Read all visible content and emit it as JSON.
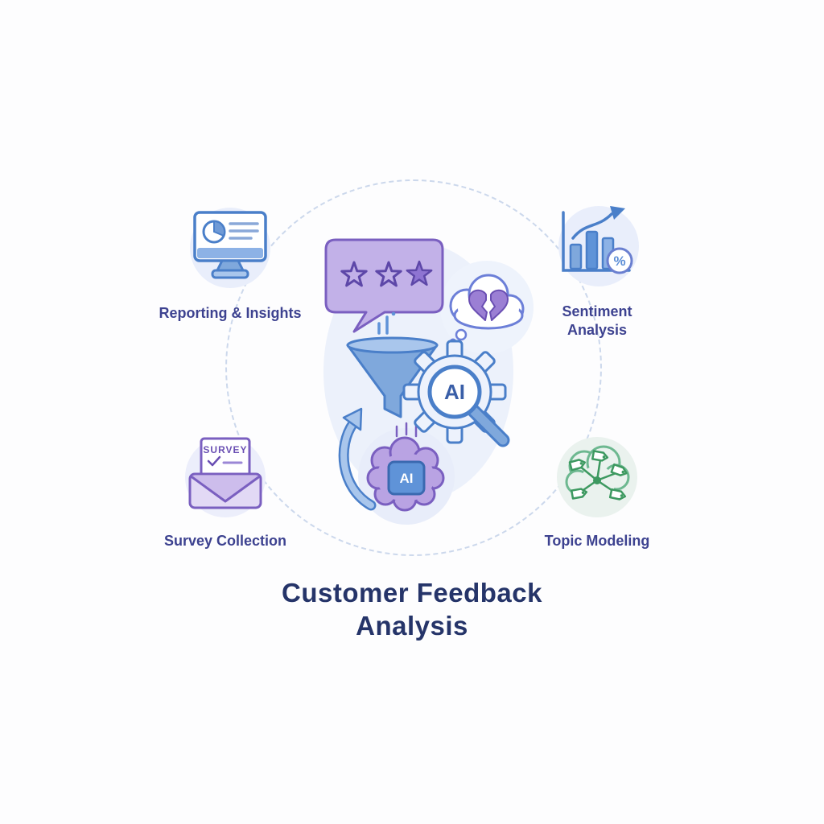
{
  "title": {
    "line1": "Customer Feedback",
    "line2": "Analysis"
  },
  "nodes": [
    {
      "label": "Reporting & Insights"
    },
    {
      "label": "Sentiment Analysis"
    },
    {
      "label": "Survey Collection"
    },
    {
      "label": "Topic Modeling"
    }
  ],
  "center": {
    "gear_ai_label": "AI",
    "chip_ai_label": "AI"
  },
  "icons": {
    "survey_envelope_text": "SURVEY",
    "percent_symbol": "%"
  },
  "colors": {
    "blue_stroke": "#4a7fc9",
    "blue_fill": "#7fa8dc",
    "purple_stroke": "#7a5fc0",
    "purple_fill": "#c2b1e8",
    "green": "#3d9960",
    "title_navy": "#253469",
    "label_indigo": "#3d4290",
    "dashed_circle": "#ccd8ec",
    "icon_bg": "#e9eefb"
  }
}
